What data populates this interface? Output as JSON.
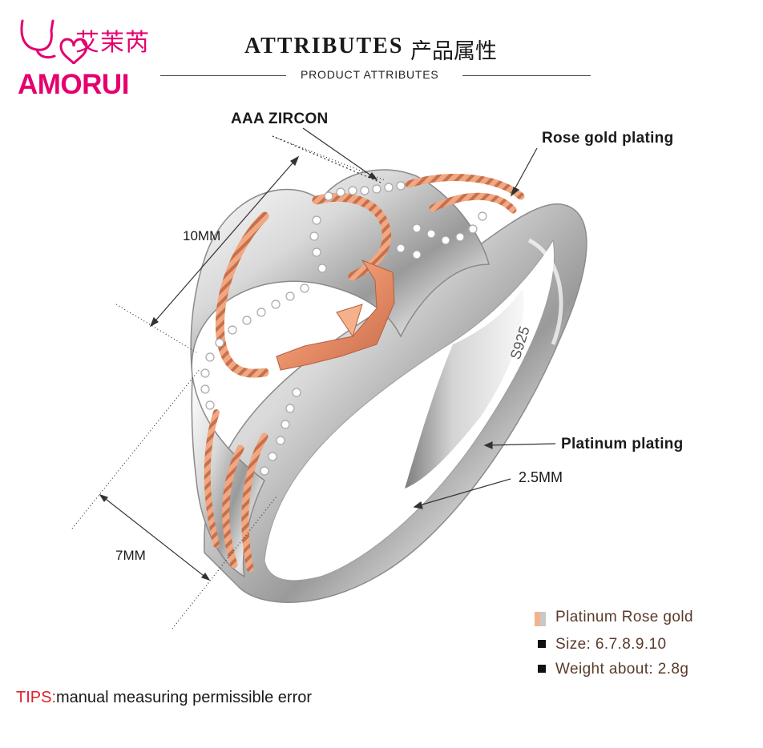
{
  "logo": {
    "chinese": "艾茉芮",
    "brand": "AMORUI",
    "color": "#e4006e"
  },
  "header": {
    "title": "ATTRIBUTES",
    "title_cn": "产品属性",
    "subtitle": "PRODUCT ATTRIBUTES"
  },
  "callouts": {
    "zircon": "AAA ZIRCON",
    "rose_plating": "Rose gold plating",
    "length_10": "10MM",
    "platinum_plating": "Platinum plating",
    "band_width": "2.5MM",
    "length_7": "7MM",
    "stamp": "S925"
  },
  "specs": {
    "material": "Platinum  Rose gold",
    "size": "Size: 6.7.8.9.10",
    "weight": "Weight about: 2.8g",
    "swatch_colors": [
      "#f3b48c",
      "#c8c8c8"
    ]
  },
  "tips": {
    "key": "TIPS:",
    "text": "manual measuring permissible error",
    "key_color": "#e0202a"
  }
}
